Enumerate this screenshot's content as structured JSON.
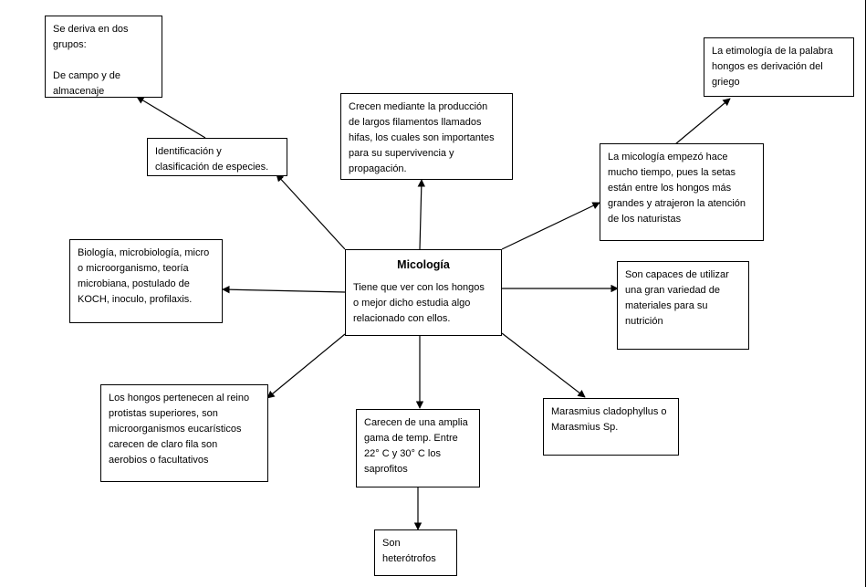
{
  "center": {
    "title": "Micología",
    "text": "Tiene que ver con los hongos\no mejor dicho estudia algo\nrelacionado con ellos."
  },
  "nodes": {
    "groups": "Se deriva  en dos\ngrupos:\n\nDe campo y de\nalmacenaje",
    "identification": "Identificación y\nclasificación de especies.",
    "hyphae": "Crecen mediante la producción\nde largos filamentos llamados\nhifas, los cuales son importantes\npara su supervivencia  y\npropagación.",
    "etymology": "La etimología de la palabra\nhongos es derivación  del\ngriego",
    "history": "La micología empezó hace\nmucho tiempo, pues la setas\nestán entre los hongos  más\ngrandes y atrajeron  la atención\nde los naturistas",
    "biology": "Biología, microbiología,  micro\no microorganismo,  teoría\nmicrobiana, postulado de\nKOCH, inoculo,  profilaxis.",
    "nutrition": "Son capaces de utilizar\nuna gran variedad de\nmateriales para su\nnutrición",
    "kingdom": "Los hongos  pertenecen  al reino\nprotistas superiores,  son\nmicroorganismos eucarísticos\ncarecen de claro fila son\naerobios o facultativos",
    "temperature": "Carecen de una amplia\ngama de temp. Entre\n22° C y 30° C los\nsaprofitos",
    "species": "Marasmius cladophyllus  o\nMarasmius Sp.",
    "heterotrophs": "Son\nheterótrofos"
  }
}
